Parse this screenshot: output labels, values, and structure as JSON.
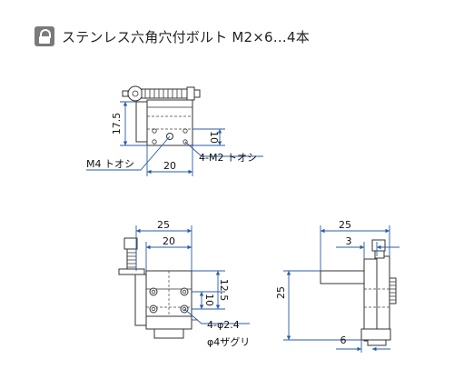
{
  "header": {
    "icon": "padlock-icon",
    "title": "ステンレス六角穴付ボルト M2×6…4本"
  },
  "top_view": {
    "dim_height": "17.5",
    "dim_side": "10",
    "dim_width": "20",
    "label_center_tap": "M4 トオシ",
    "label_corner_taps": "4-M2 トオシ"
  },
  "front_view": {
    "dim_overall": "25",
    "dim_inner": "20",
    "dim_side_a": "10",
    "dim_side_b": "12.5",
    "label_holes": "4-φ2.4",
    "label_counterbore": "φ4ザグリ"
  },
  "side_view": {
    "dim_overall": "25",
    "dim_offset": "3",
    "dim_height": "25",
    "dim_bottom": "6"
  },
  "colors": {
    "dimension_line": "#2a5ba8",
    "outline": "#333333",
    "text": "#111111"
  }
}
